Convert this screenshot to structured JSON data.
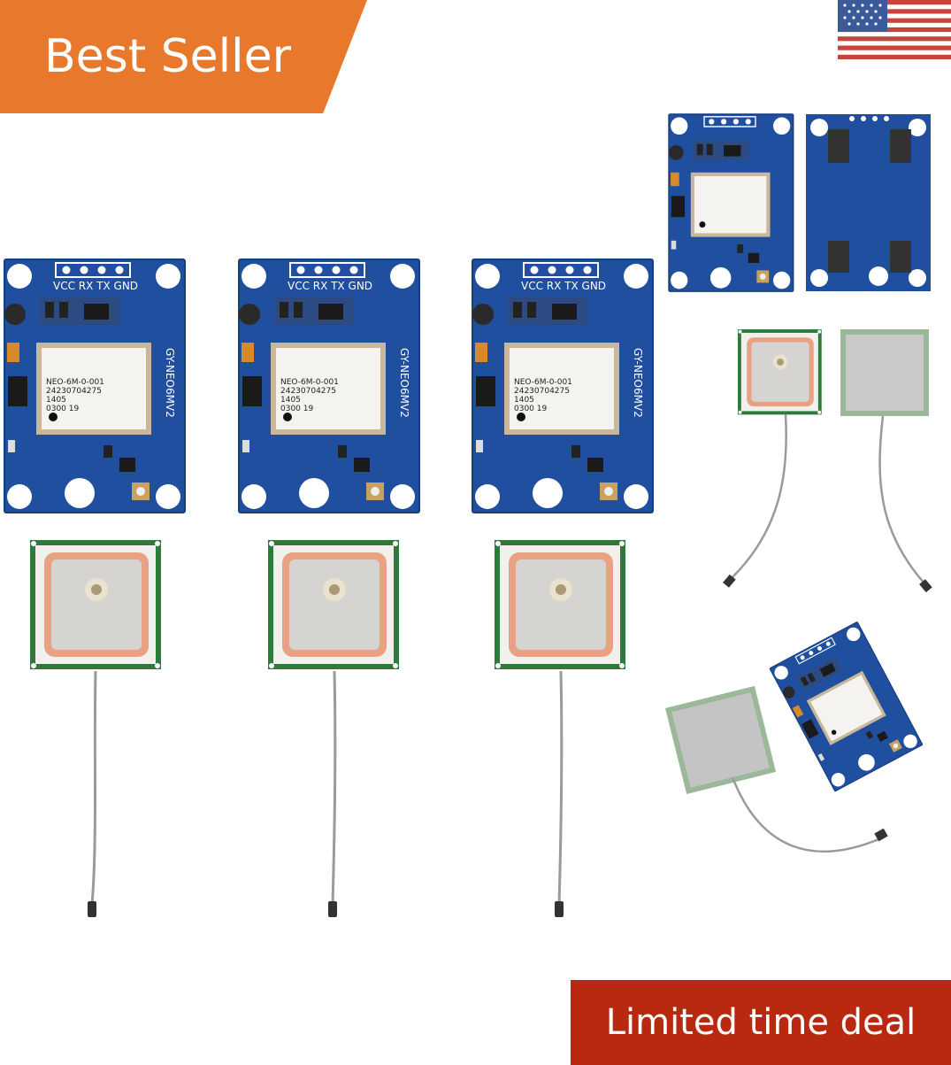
{
  "badges": {
    "best_seller": "Best Seller",
    "limited_deal": "Limited time deal"
  },
  "board": {
    "pin_labels": "VCC RX TX GND",
    "side_label": "GY-NEO6MV2",
    "chip_lines": [
      "NEO-6M-0-001",
      "24230704275",
      "1405",
      "0300  19"
    ]
  },
  "colors": {
    "best_seller_bg": "#e8792c",
    "deal_bg": "#b8290f",
    "pcb_blue": "#1f4f9e",
    "antenna_ceramic": "#e8a182"
  }
}
